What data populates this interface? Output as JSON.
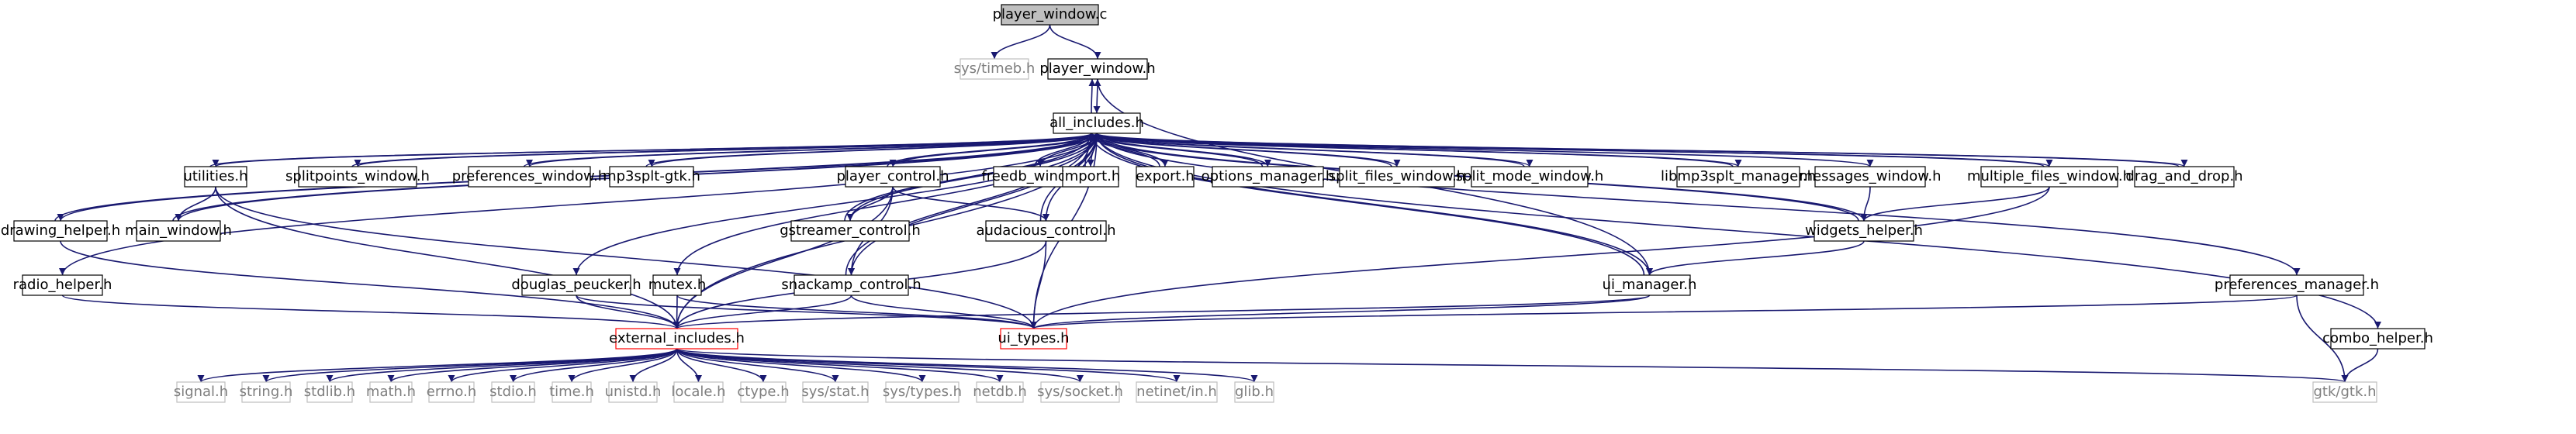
{
  "nodes": {
    "player_window_c": "player_window.c",
    "sys_timeb": "sys/timeb.h",
    "player_window_h": "player_window.h",
    "all_includes": "all_includes.h",
    "utilities": "utilities.h",
    "splitpoints_window": "splitpoints_window.h",
    "preferences_window": "preferences_window.h",
    "mp3splt_gtk": "mp3splt-gtk.h",
    "player_control": "player_control.h",
    "freedb_window": "freedb_window.h",
    "import_h": "import.h",
    "export_h": "export.h",
    "options_manager": "options_manager.h",
    "split_files_window": "split_files_window.h",
    "split_mode_window": "split_mode_window.h",
    "libmp3splt_manager": "libmp3splt_manager.h",
    "messages_window": "messages_window.h",
    "multiple_files_window": "multiple_files_window.h",
    "drag_and_drop": "drag_and_drop.h",
    "drawing_helper": "drawing_helper.h",
    "main_window": "main_window.h",
    "gstreamer_control": "gstreamer_control.h",
    "audacious_control": "audacious_control.h",
    "widgets_helper": "widgets_helper.h",
    "radio_helper": "radio_helper.h",
    "douglas_peucker": "douglas_peucker.h",
    "mutex": "mutex.h",
    "snackamp_control": "snackamp_control.h",
    "ui_manager": "ui_manager.h",
    "preferences_manager": "preferences_manager.h",
    "external_includes": "external_includes.h",
    "ui_types": "ui_types.h",
    "combo_helper": "combo_helper.h",
    "signal": "signal.h",
    "string": "string.h",
    "stdlib": "stdlib.h",
    "math": "math.h",
    "errno": "errno.h",
    "stdio": "stdio.h",
    "time": "time.h",
    "unistd": "unistd.h",
    "locale": "locale.h",
    "ctype": "ctype.h",
    "sys_stat": "sys/stat.h",
    "sys_types": "sys/types.h",
    "netdb": "netdb.h",
    "sys_socket": "sys/socket.h",
    "netinet_in": "netinet/in.h",
    "glib": "glib.h",
    "gtk": "gtk/gtk.h"
  },
  "edges": [
    [
      "player_window_c",
      "sys_timeb"
    ],
    [
      "player_window_c",
      "player_window_h"
    ],
    [
      "player_window_h",
      "all_includes"
    ],
    [
      "all_includes",
      "player_window_h"
    ],
    [
      "all_includes",
      "utilities"
    ],
    [
      "utilities",
      "all_includes"
    ],
    [
      "all_includes",
      "splitpoints_window"
    ],
    [
      "splitpoints_window",
      "all_includes"
    ],
    [
      "all_includes",
      "preferences_window"
    ],
    [
      "preferences_window",
      "all_includes"
    ],
    [
      "all_includes",
      "mp3splt_gtk"
    ],
    [
      "mp3splt_gtk",
      "all_includes"
    ],
    [
      "all_includes",
      "player_control"
    ],
    [
      "player_control",
      "all_includes"
    ],
    [
      "all_includes",
      "freedb_window"
    ],
    [
      "freedb_window",
      "all_includes"
    ],
    [
      "all_includes",
      "import_h"
    ],
    [
      "import_h",
      "all_includes"
    ],
    [
      "all_includes",
      "export_h"
    ],
    [
      "export_h",
      "all_includes"
    ],
    [
      "all_includes",
      "options_manager"
    ],
    [
      "options_manager",
      "all_includes"
    ],
    [
      "all_includes",
      "split_files_window"
    ],
    [
      "split_files_window",
      "all_includes"
    ],
    [
      "all_includes",
      "split_mode_window"
    ],
    [
      "split_mode_window",
      "all_includes"
    ],
    [
      "all_includes",
      "libmp3splt_manager"
    ],
    [
      "libmp3splt_manager",
      "all_includes"
    ],
    [
      "all_includes",
      "messages_window"
    ],
    [
      "all_includes",
      "multiple_files_window"
    ],
    [
      "multiple_files_window",
      "all_includes"
    ],
    [
      "all_includes",
      "drag_and_drop"
    ],
    [
      "drag_and_drop",
      "all_includes"
    ],
    [
      "all_includes",
      "drawing_helper"
    ],
    [
      "drawing_helper",
      "all_includes"
    ],
    [
      "all_includes",
      "main_window"
    ],
    [
      "main_window",
      "all_includes"
    ],
    [
      "all_includes",
      "gstreamer_control"
    ],
    [
      "gstreamer_control",
      "all_includes"
    ],
    [
      "all_includes",
      "audacious_control"
    ],
    [
      "audacious_control",
      "all_includes"
    ],
    [
      "all_includes",
      "widgets_helper"
    ],
    [
      "widgets_helper",
      "all_includes"
    ],
    [
      "all_includes",
      "radio_helper"
    ],
    [
      "all_includes",
      "douglas_peucker"
    ],
    [
      "all_includes",
      "mutex"
    ],
    [
      "all_includes",
      "snackamp_control"
    ],
    [
      "snackamp_control",
      "all_includes"
    ],
    [
      "all_includes",
      "ui_manager"
    ],
    [
      "ui_manager",
      "all_includes"
    ],
    [
      "all_includes",
      "preferences_manager"
    ],
    [
      "all_includes",
      "external_includes"
    ],
    [
      "all_includes",
      "ui_types"
    ],
    [
      "all_includes",
      "combo_helper"
    ],
    [
      "utilities",
      "main_window"
    ],
    [
      "utilities",
      "external_includes"
    ],
    [
      "utilities",
      "ui_types"
    ],
    [
      "player_control",
      "gstreamer_control"
    ],
    [
      "player_control",
      "audacious_control"
    ],
    [
      "player_control",
      "snackamp_control"
    ],
    [
      "player_control",
      "external_includes"
    ],
    [
      "messages_window",
      "widgets_helper"
    ],
    [
      "multiple_files_window",
      "widgets_helper"
    ],
    [
      "multiple_files_window",
      "ui_types"
    ],
    [
      "drawing_helper",
      "external_includes"
    ],
    [
      "radio_helper",
      "external_includes"
    ],
    [
      "douglas_peucker",
      "external_includes"
    ],
    [
      "douglas_peucker",
      "ui_types"
    ],
    [
      "mutex",
      "external_includes"
    ],
    [
      "mutex",
      "ui_types"
    ],
    [
      "snackamp_control",
      "external_includes"
    ],
    [
      "snackamp_control",
      "ui_types"
    ],
    [
      "audacious_control",
      "external_includes"
    ],
    [
      "audacious_control",
      "ui_types"
    ],
    [
      "widgets_helper",
      "ui_manager"
    ],
    [
      "ui_manager",
      "external_includes"
    ],
    [
      "ui_manager",
      "ui_types"
    ],
    [
      "ui_manager",
      "player_window_h"
    ],
    [
      "preferences_manager",
      "ui_types"
    ],
    [
      "preferences_manager",
      "gtk"
    ],
    [
      "combo_helper",
      "gtk"
    ],
    [
      "external_includes",
      "signal"
    ],
    [
      "external_includes",
      "string"
    ],
    [
      "external_includes",
      "stdlib"
    ],
    [
      "external_includes",
      "math"
    ],
    [
      "external_includes",
      "errno"
    ],
    [
      "external_includes",
      "stdio"
    ],
    [
      "external_includes",
      "time"
    ],
    [
      "external_includes",
      "unistd"
    ],
    [
      "external_includes",
      "locale"
    ],
    [
      "external_includes",
      "ctype"
    ],
    [
      "external_includes",
      "sys_stat"
    ],
    [
      "external_includes",
      "sys_types"
    ],
    [
      "external_includes",
      "netdb"
    ],
    [
      "external_includes",
      "sys_socket"
    ],
    [
      "external_includes",
      "netinet_in"
    ],
    [
      "external_includes",
      "glib"
    ],
    [
      "external_includes",
      "gtk"
    ]
  ],
  "colors": {
    "edge": "#191970",
    "node_border": "#000000",
    "node_fill": "#ffffff",
    "root_fill": "#bfbfbf",
    "external_border": "#bfbfbf",
    "external_text": "#7f7f7f",
    "highlight_border": "#ff0000"
  }
}
